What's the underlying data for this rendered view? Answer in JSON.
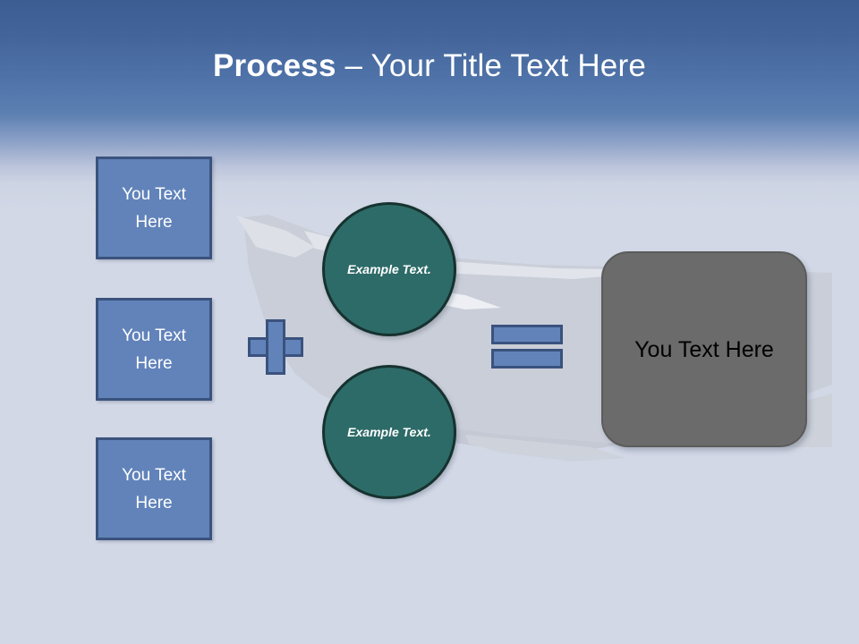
{
  "slide": {
    "title": {
      "strong": "Process",
      "rest": " – Your Title Text Here"
    },
    "background": {
      "sky_top_color": "#3c5d92",
      "sky_bottom_color": "#d2d8e6",
      "watermark": "jet-aircraft-silhouette"
    }
  },
  "inputs": {
    "boxes": [
      {
        "label": "You Text Here"
      },
      {
        "label": "You Text Here"
      },
      {
        "label": "You Text Here"
      }
    ],
    "fill_color": "#6183ba",
    "border_color": "#3a527d"
  },
  "operators": {
    "plus": {
      "symbol": "+",
      "name": "plus-operator"
    },
    "equals": {
      "symbol": "=",
      "name": "equals-operator"
    }
  },
  "circles": [
    {
      "label": "Example Text."
    },
    {
      "label": "Example Text."
    }
  ],
  "circle_style": {
    "fill_color": "#2d6b68",
    "border_color": "#16322f"
  },
  "result": {
    "label": "You Text Here",
    "fill_color": "#6b6b6b",
    "text_color": "#000000"
  }
}
